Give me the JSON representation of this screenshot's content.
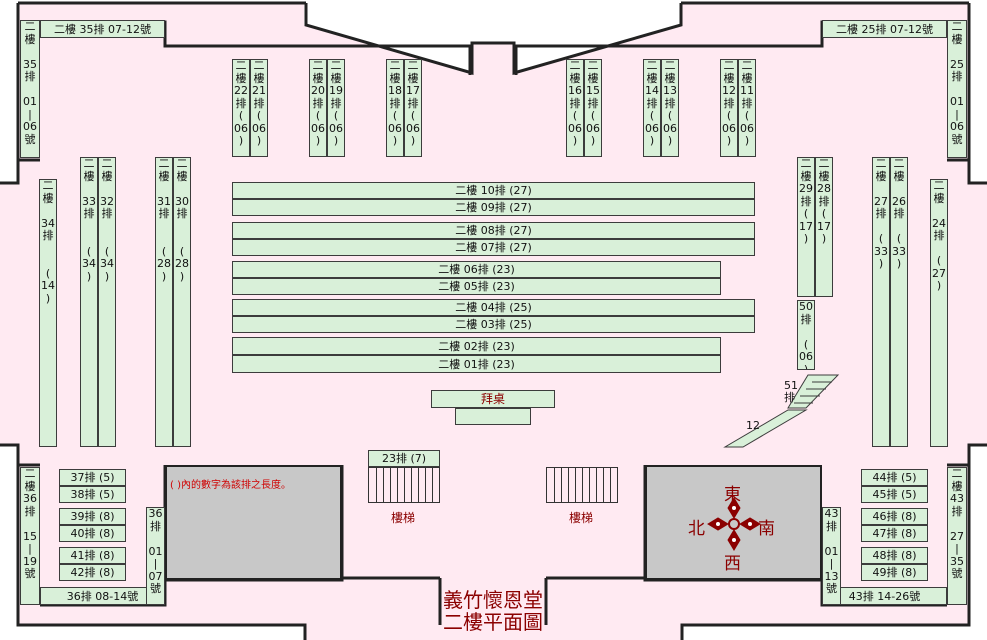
{
  "title_line1": "義竹懷恩堂",
  "title_line2": "二樓平面圖",
  "note": "( )內的數字為該排之長度。",
  "stairs_label": "樓梯",
  "altar": "拜桌",
  "compass": {
    "east": "東",
    "west": "西",
    "north": "北",
    "south": "南"
  },
  "colors": {
    "floor": "#ffeaf2",
    "seat": "#d9f0d9",
    "wall": "#222222",
    "void": "#c8c8c8",
    "accent": "#8b0000"
  },
  "center_rows": [
    {
      "label": "二樓 10排 (27)"
    },
    {
      "label": "二樓 09排 (27)"
    },
    {
      "label": "二樓 08排 (27)"
    },
    {
      "label": "二樓 07排 (27)"
    },
    {
      "label": "二樓 06排 (23)"
    },
    {
      "label": "二樓 05排 (23)"
    },
    {
      "label": "二樓 04排 (25)"
    },
    {
      "label": "二樓 03排 (25)"
    },
    {
      "label": "二樓 02排 (23)"
    },
    {
      "label": "二樓 01排 (23)"
    }
  ],
  "row23": "23排 (7)",
  "left_top_h": "二樓 35排 07-12號",
  "right_top_h": "二樓 25排 07-12號",
  "left_bottom_h": "36排 08-14號",
  "right_bottom_h": "43排 14-26號",
  "small_left": [
    "37排 (5)",
    "38排 (5)",
    "39排 (8)",
    "40排 (8)",
    "41排 (8)",
    "42排 (8)"
  ],
  "small_right": [
    "44排 (5)",
    "45排 (5)",
    "46排 (8)",
    "47排 (8)",
    "48排 (8)",
    "49排 (8)"
  ],
  "verticals": {
    "r22": [
      "二",
      "樓",
      "22",
      "排",
      "(",
      "06",
      ")"
    ],
    "r21": [
      "二",
      "樓",
      "21",
      "排",
      "(",
      "06",
      ")"
    ],
    "r20": [
      "二",
      "樓",
      "20",
      "排",
      "(",
      "06",
      ")"
    ],
    "r19": [
      "二",
      "樓",
      "19",
      "排",
      "(",
      "06",
      ")"
    ],
    "r18": [
      "二",
      "樓",
      "18",
      "排",
      "(",
      "06",
      ")"
    ],
    "r17": [
      "二",
      "樓",
      "17",
      "排",
      "(",
      "06",
      ")"
    ],
    "r16": [
      "二",
      "樓",
      "16",
      "排",
      "(",
      "06",
      ")"
    ],
    "r15": [
      "二",
      "樓",
      "15",
      "排",
      "(",
      "06",
      ")"
    ],
    "r14": [
      "二",
      "樓",
      "14",
      "排",
      "(",
      "06",
      ")"
    ],
    "r13": [
      "二",
      "樓",
      "13",
      "排",
      "(",
      "06",
      ")"
    ],
    "r12": [
      "二",
      "樓",
      "12",
      "排",
      "(",
      "06",
      ")"
    ],
    "r11": [
      "二",
      "樓",
      "11",
      "排",
      "(",
      "06",
      ")"
    ],
    "r34": [
      "二",
      "樓",
      "",
      "34",
      "排",
      "",
      "",
      "(",
      "14",
      ")"
    ],
    "r33": [
      "二",
      "樓",
      "",
      "33",
      "排",
      "",
      "",
      "(",
      "34",
      ")"
    ],
    "r32": [
      "二",
      "樓",
      "",
      "32",
      "排",
      "",
      "",
      "(",
      "34",
      ")"
    ],
    "r31": [
      "二",
      "樓",
      "",
      "31",
      "排",
      "",
      "",
      "(",
      "28",
      ")"
    ],
    "r30": [
      "二",
      "樓",
      "",
      "30",
      "排",
      "",
      "",
      "(",
      "28",
      ")"
    ],
    "r29": [
      "二",
      "樓",
      "29",
      "排",
      "(",
      "17",
      ")"
    ],
    "r28": [
      "二",
      "樓",
      "28",
      "排",
      "(",
      "17",
      ")"
    ],
    "r27": [
      "二",
      "樓",
      "",
      "27",
      "排",
      "",
      "(",
      "33",
      ")"
    ],
    "r26": [
      "二",
      "樓",
      "",
      "26",
      "排",
      "",
      "(",
      "33",
      ")"
    ],
    "r24": [
      "二",
      "樓",
      "",
      "24",
      "排",
      "",
      "(",
      "27",
      ")"
    ],
    "r50": [
      "50",
      "排",
      "",
      "(",
      "06",
      ")"
    ],
    "r35": [
      "二",
      "樓",
      "",
      "35",
      "排",
      "",
      "01",
      "|",
      "06",
      "號"
    ],
    "r25": [
      "二",
      "樓",
      "",
      "25",
      "排",
      "",
      "01",
      "|",
      "06",
      "號"
    ],
    "r36": [
      "二",
      "樓",
      "36",
      "排",
      "",
      "15",
      "|",
      "19",
      "號"
    ],
    "r43v": [
      "二",
      "樓",
      "43",
      "排",
      "",
      "27",
      "|",
      "35",
      "號"
    ],
    "r36b": [
      "36",
      "排",
      "",
      "01",
      "|",
      "07",
      "號"
    ],
    "r43b": [
      "43",
      "排",
      "",
      "01",
      "|",
      "13",
      "號"
    ]
  },
  "diag51": "51\n排",
  "diag12": "12"
}
